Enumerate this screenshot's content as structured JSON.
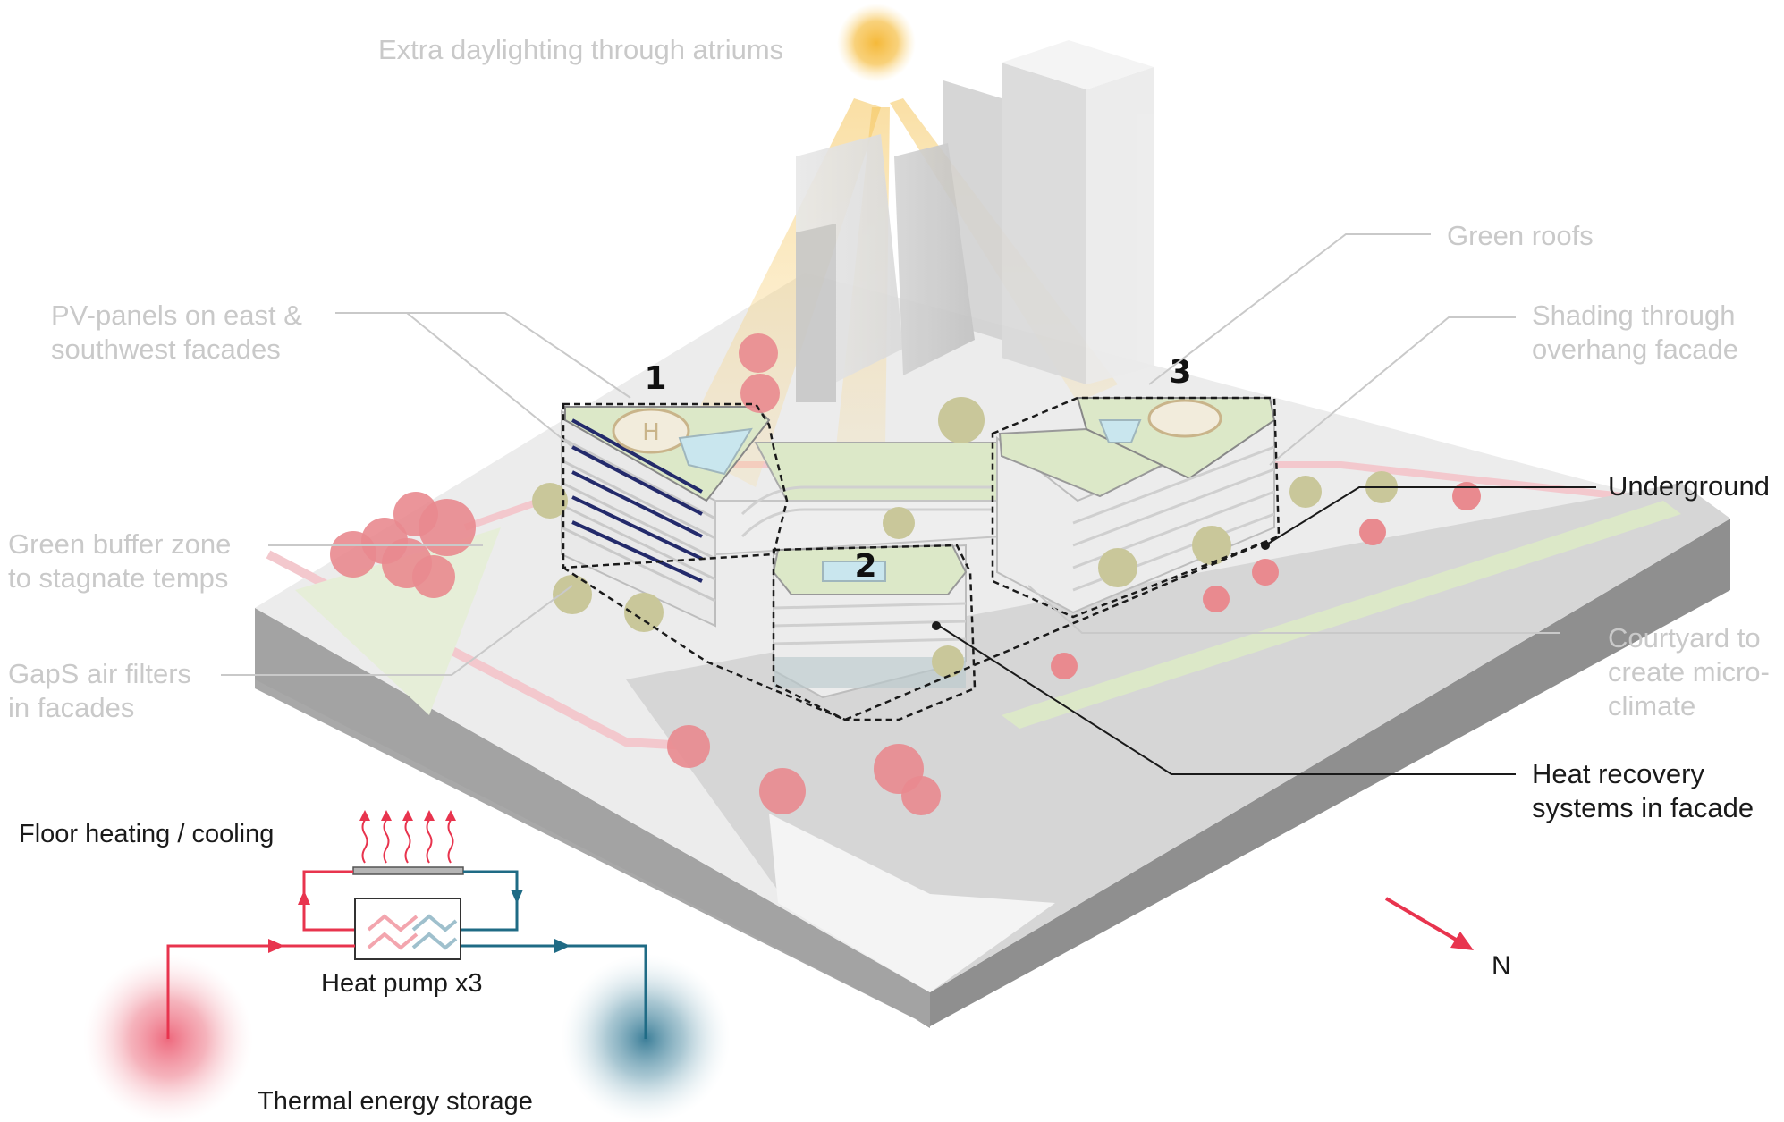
{
  "annotations": {
    "daylighting": "Extra daylighting through atriums",
    "green_roofs": "Green roofs",
    "pv_panels": [
      "PV-panels on east &",
      "southwest facades"
    ],
    "shading": [
      "Shading through",
      "overhang facade"
    ],
    "underground": "Underground",
    "green_buffer": [
      "Green buffer zone",
      "to stagnate temps"
    ],
    "courtyard": [
      "Courtyard to",
      "create micro-",
      "climate"
    ],
    "gaps_filters": [
      "GapS air filters",
      "in facades"
    ],
    "heat_recovery": [
      "Heat recovery",
      "systems in facade"
    ]
  },
  "building_numbers": [
    "1",
    "2",
    "3"
  ],
  "compass": {
    "label": "N",
    "icon": "north-arrow-icon"
  },
  "energy_system": {
    "floor_label": "Floor heating / cooling",
    "pump_label": "Heat pump x3",
    "storage_label": "Thermal energy storage"
  },
  "colors": {
    "warm": "#e8344e",
    "cool": "#1f6b85",
    "sun": "#f5b93a",
    "green_roof": "#dce8c8",
    "tree_pink": "#e98a8f",
    "tree_olive": "#c9c79a",
    "faded_text": "#c9c9c9"
  }
}
